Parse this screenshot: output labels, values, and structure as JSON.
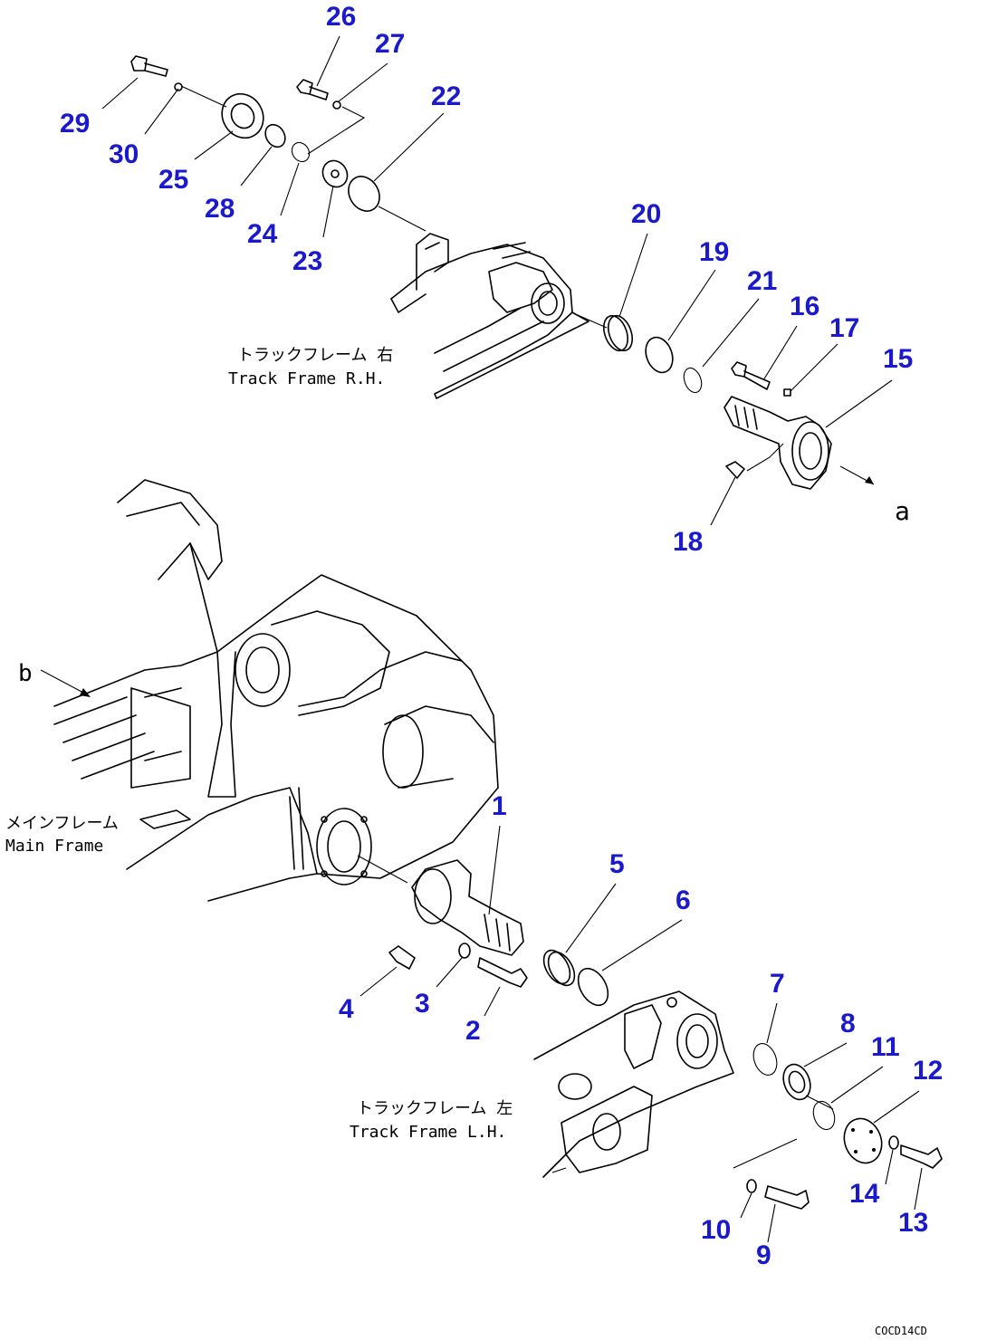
{
  "diagram": {
    "part_numbers": [
      "1",
      "2",
      "3",
      "4",
      "5",
      "6",
      "7",
      "8",
      "9",
      "10",
      "11",
      "12",
      "13",
      "14",
      "15",
      "16",
      "17",
      "18",
      "19",
      "20",
      "21",
      "22",
      "23",
      "24",
      "25",
      "26",
      "27",
      "28",
      "29",
      "30"
    ],
    "labels": {
      "track_frame_rh_jp": "トラックフレーム 右",
      "track_frame_rh_en": "Track Frame R.H.",
      "track_frame_lh_jp": "トラックフレーム 左",
      "track_frame_lh_en": "Track Frame L.H.",
      "main_frame_jp": "メインフレーム",
      "main_frame_en": "Main Frame",
      "ref_a": "a",
      "ref_b": "b"
    },
    "drawing_code": "COCD14CD"
  }
}
